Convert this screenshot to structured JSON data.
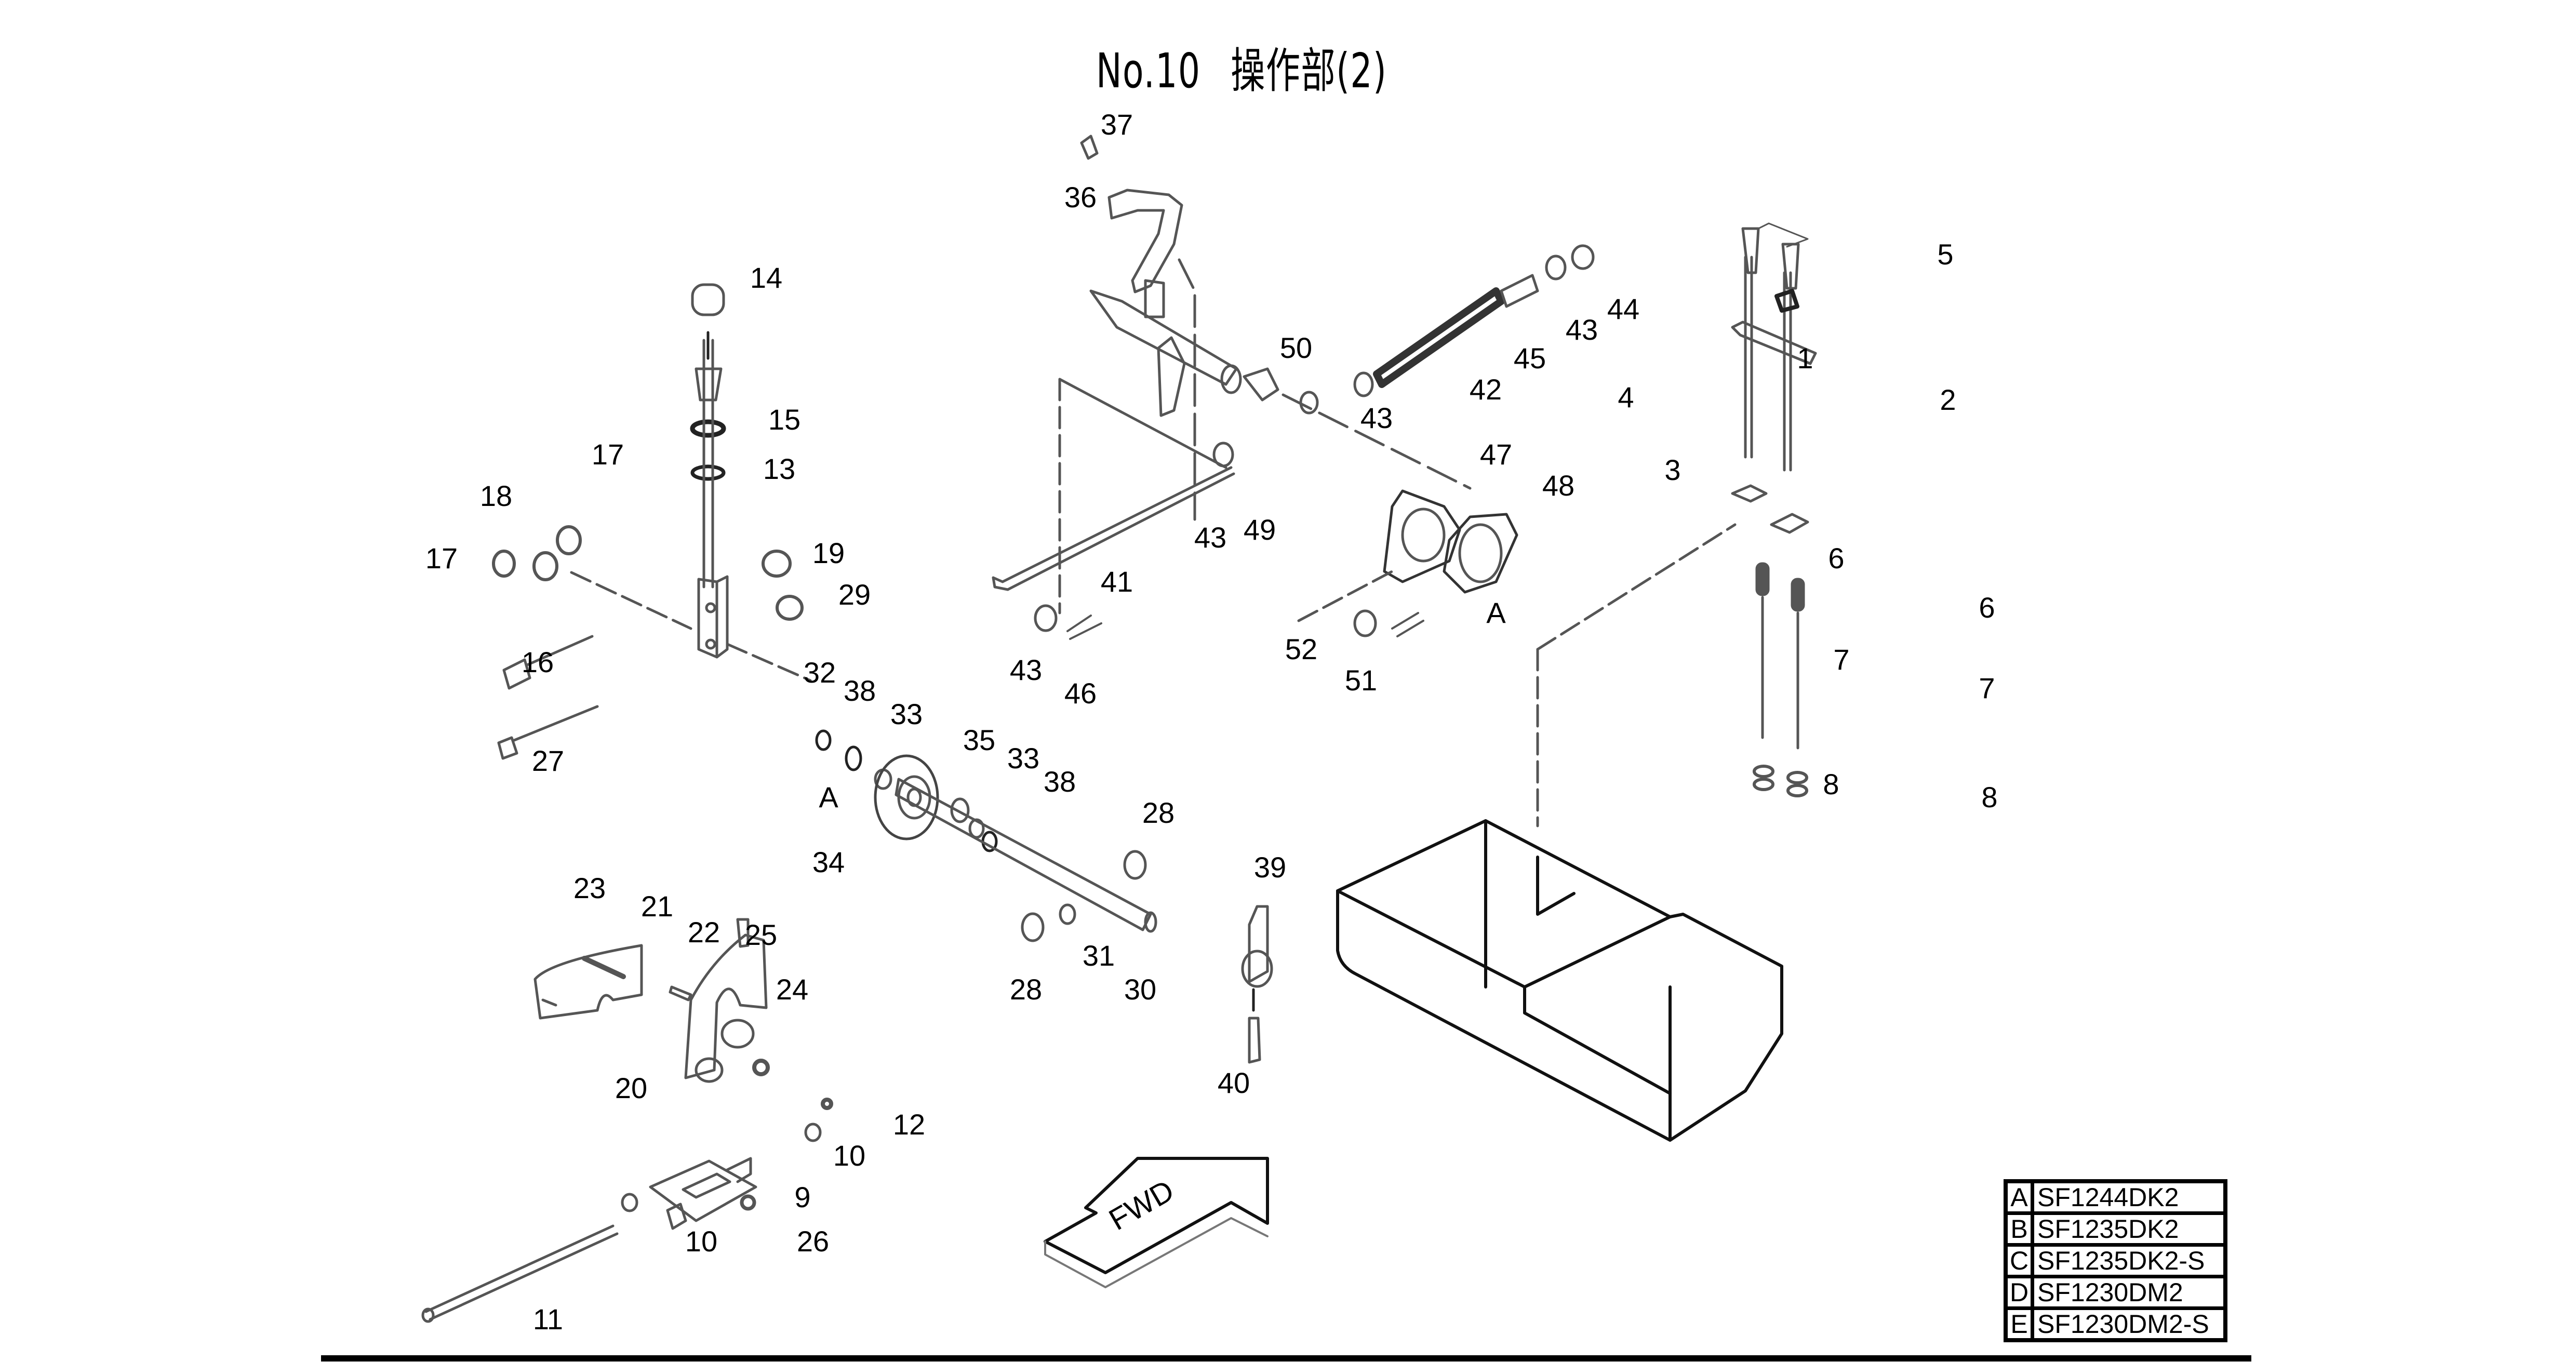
{
  "title": {
    "number": "No.10",
    "name": "操作部(2)"
  },
  "fwd_label": "FWD",
  "callouts": [
    {
      "id": "c37",
      "text": "37"
    },
    {
      "id": "c36",
      "text": "36"
    },
    {
      "id": "c14",
      "text": "14"
    },
    {
      "id": "c15",
      "text": "15"
    },
    {
      "id": "c13",
      "text": "13"
    },
    {
      "id": "c17a",
      "text": "17"
    },
    {
      "id": "c18",
      "text": "18"
    },
    {
      "id": "c17b",
      "text": "17"
    },
    {
      "id": "c19",
      "text": "19"
    },
    {
      "id": "c29",
      "text": "29"
    },
    {
      "id": "c16",
      "text": "16"
    },
    {
      "id": "c27",
      "text": "27"
    },
    {
      "id": "c32",
      "text": "32"
    },
    {
      "id": "c38a",
      "text": "38"
    },
    {
      "id": "c33a",
      "text": "33"
    },
    {
      "id": "c35",
      "text": "35"
    },
    {
      "id": "c33b",
      "text": "33"
    },
    {
      "id": "c38b",
      "text": "38"
    },
    {
      "id": "cA34",
      "text": "A"
    },
    {
      "id": "c34",
      "text": "34"
    },
    {
      "id": "c28a",
      "text": "28"
    },
    {
      "id": "c39",
      "text": "39"
    },
    {
      "id": "c31",
      "text": "31"
    },
    {
      "id": "c30",
      "text": "30"
    },
    {
      "id": "c28b",
      "text": "28"
    },
    {
      "id": "c40",
      "text": "40"
    },
    {
      "id": "c23",
      "text": "23"
    },
    {
      "id": "c21",
      "text": "21"
    },
    {
      "id": "c22",
      "text": "22"
    },
    {
      "id": "c25",
      "text": "25"
    },
    {
      "id": "c24",
      "text": "24"
    },
    {
      "id": "c20",
      "text": "20"
    },
    {
      "id": "c12",
      "text": "12"
    },
    {
      "id": "c10a",
      "text": "10"
    },
    {
      "id": "c9",
      "text": "9"
    },
    {
      "id": "c10b",
      "text": "10"
    },
    {
      "id": "c26",
      "text": "26"
    },
    {
      "id": "c11",
      "text": "11"
    },
    {
      "id": "c50",
      "text": "50"
    },
    {
      "id": "c43a",
      "text": "43"
    },
    {
      "id": "c42",
      "text": "42"
    },
    {
      "id": "c45",
      "text": "45"
    },
    {
      "id": "c43b",
      "text": "43"
    },
    {
      "id": "c44",
      "text": "44"
    },
    {
      "id": "c47",
      "text": "47"
    },
    {
      "id": "c48",
      "text": "48"
    },
    {
      "id": "cA48",
      "text": "A"
    },
    {
      "id": "c49",
      "text": "49"
    },
    {
      "id": "c43c",
      "text": "43"
    },
    {
      "id": "c41",
      "text": "41"
    },
    {
      "id": "c43d",
      "text": "43"
    },
    {
      "id": "c46",
      "text": "46"
    },
    {
      "id": "c52",
      "text": "52"
    },
    {
      "id": "c51",
      "text": "51"
    },
    {
      "id": "c5",
      "text": "5"
    },
    {
      "id": "c1",
      "text": "1"
    },
    {
      "id": "c2",
      "text": "2"
    },
    {
      "id": "c4",
      "text": "4"
    },
    {
      "id": "c3",
      "text": "3"
    },
    {
      "id": "c6a",
      "text": "6"
    },
    {
      "id": "c6b",
      "text": "6"
    },
    {
      "id": "c7a",
      "text": "7"
    },
    {
      "id": "c7b",
      "text": "7"
    },
    {
      "id": "c8a",
      "text": "8"
    },
    {
      "id": "c8b",
      "text": "8"
    }
  ],
  "model_table": [
    {
      "key": "A",
      "model": "SF1244DK2"
    },
    {
      "key": "B",
      "model": "SF1235DK2"
    },
    {
      "key": "C",
      "model": "SF1235DK2-S"
    },
    {
      "key": "D",
      "model": "SF1230DM2"
    },
    {
      "key": "E",
      "model": "SF1230DM2-S"
    }
  ]
}
